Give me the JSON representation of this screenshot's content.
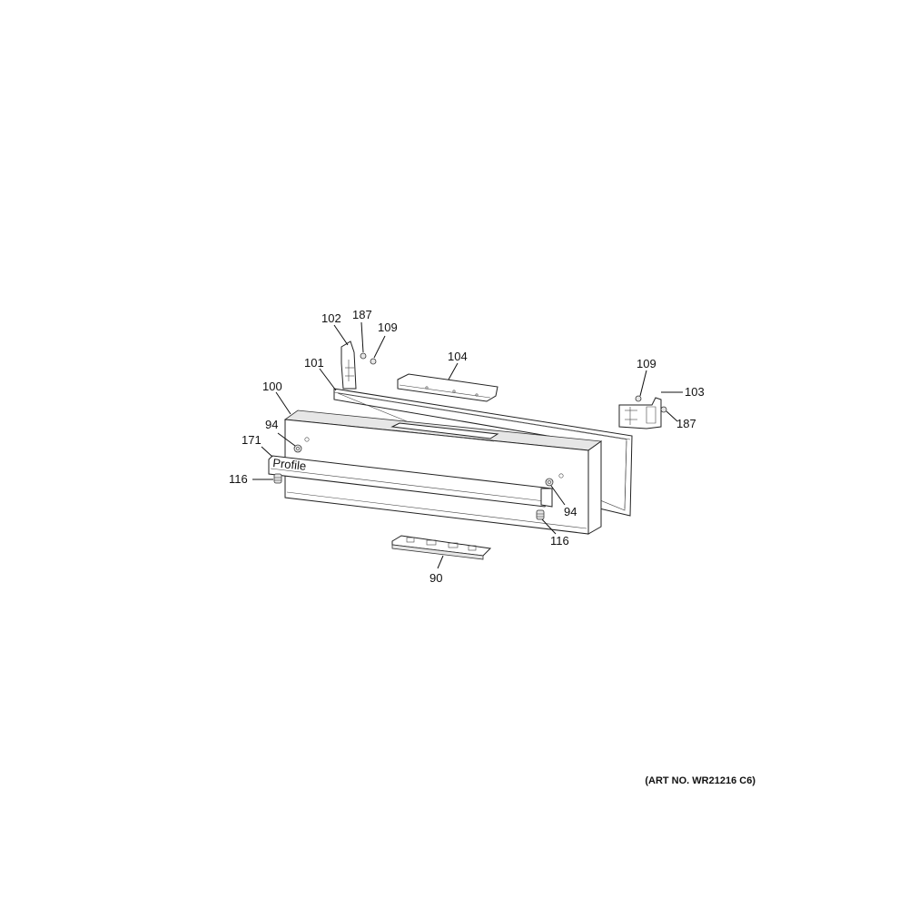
{
  "callouts": {
    "c102": "102",
    "c187_left": "187",
    "c109_left": "109",
    "c104": "104",
    "c101": "101",
    "c100": "100",
    "c109_right": "109",
    "c103": "103",
    "c187_right": "187",
    "c94_left": "94",
    "c171": "171",
    "c116_left": "116",
    "c94_right": "94",
    "c116_right": "116",
    "c90": "90"
  },
  "brand_mark": "Profile",
  "art_number": "(ART NO. WR21216 C6)"
}
